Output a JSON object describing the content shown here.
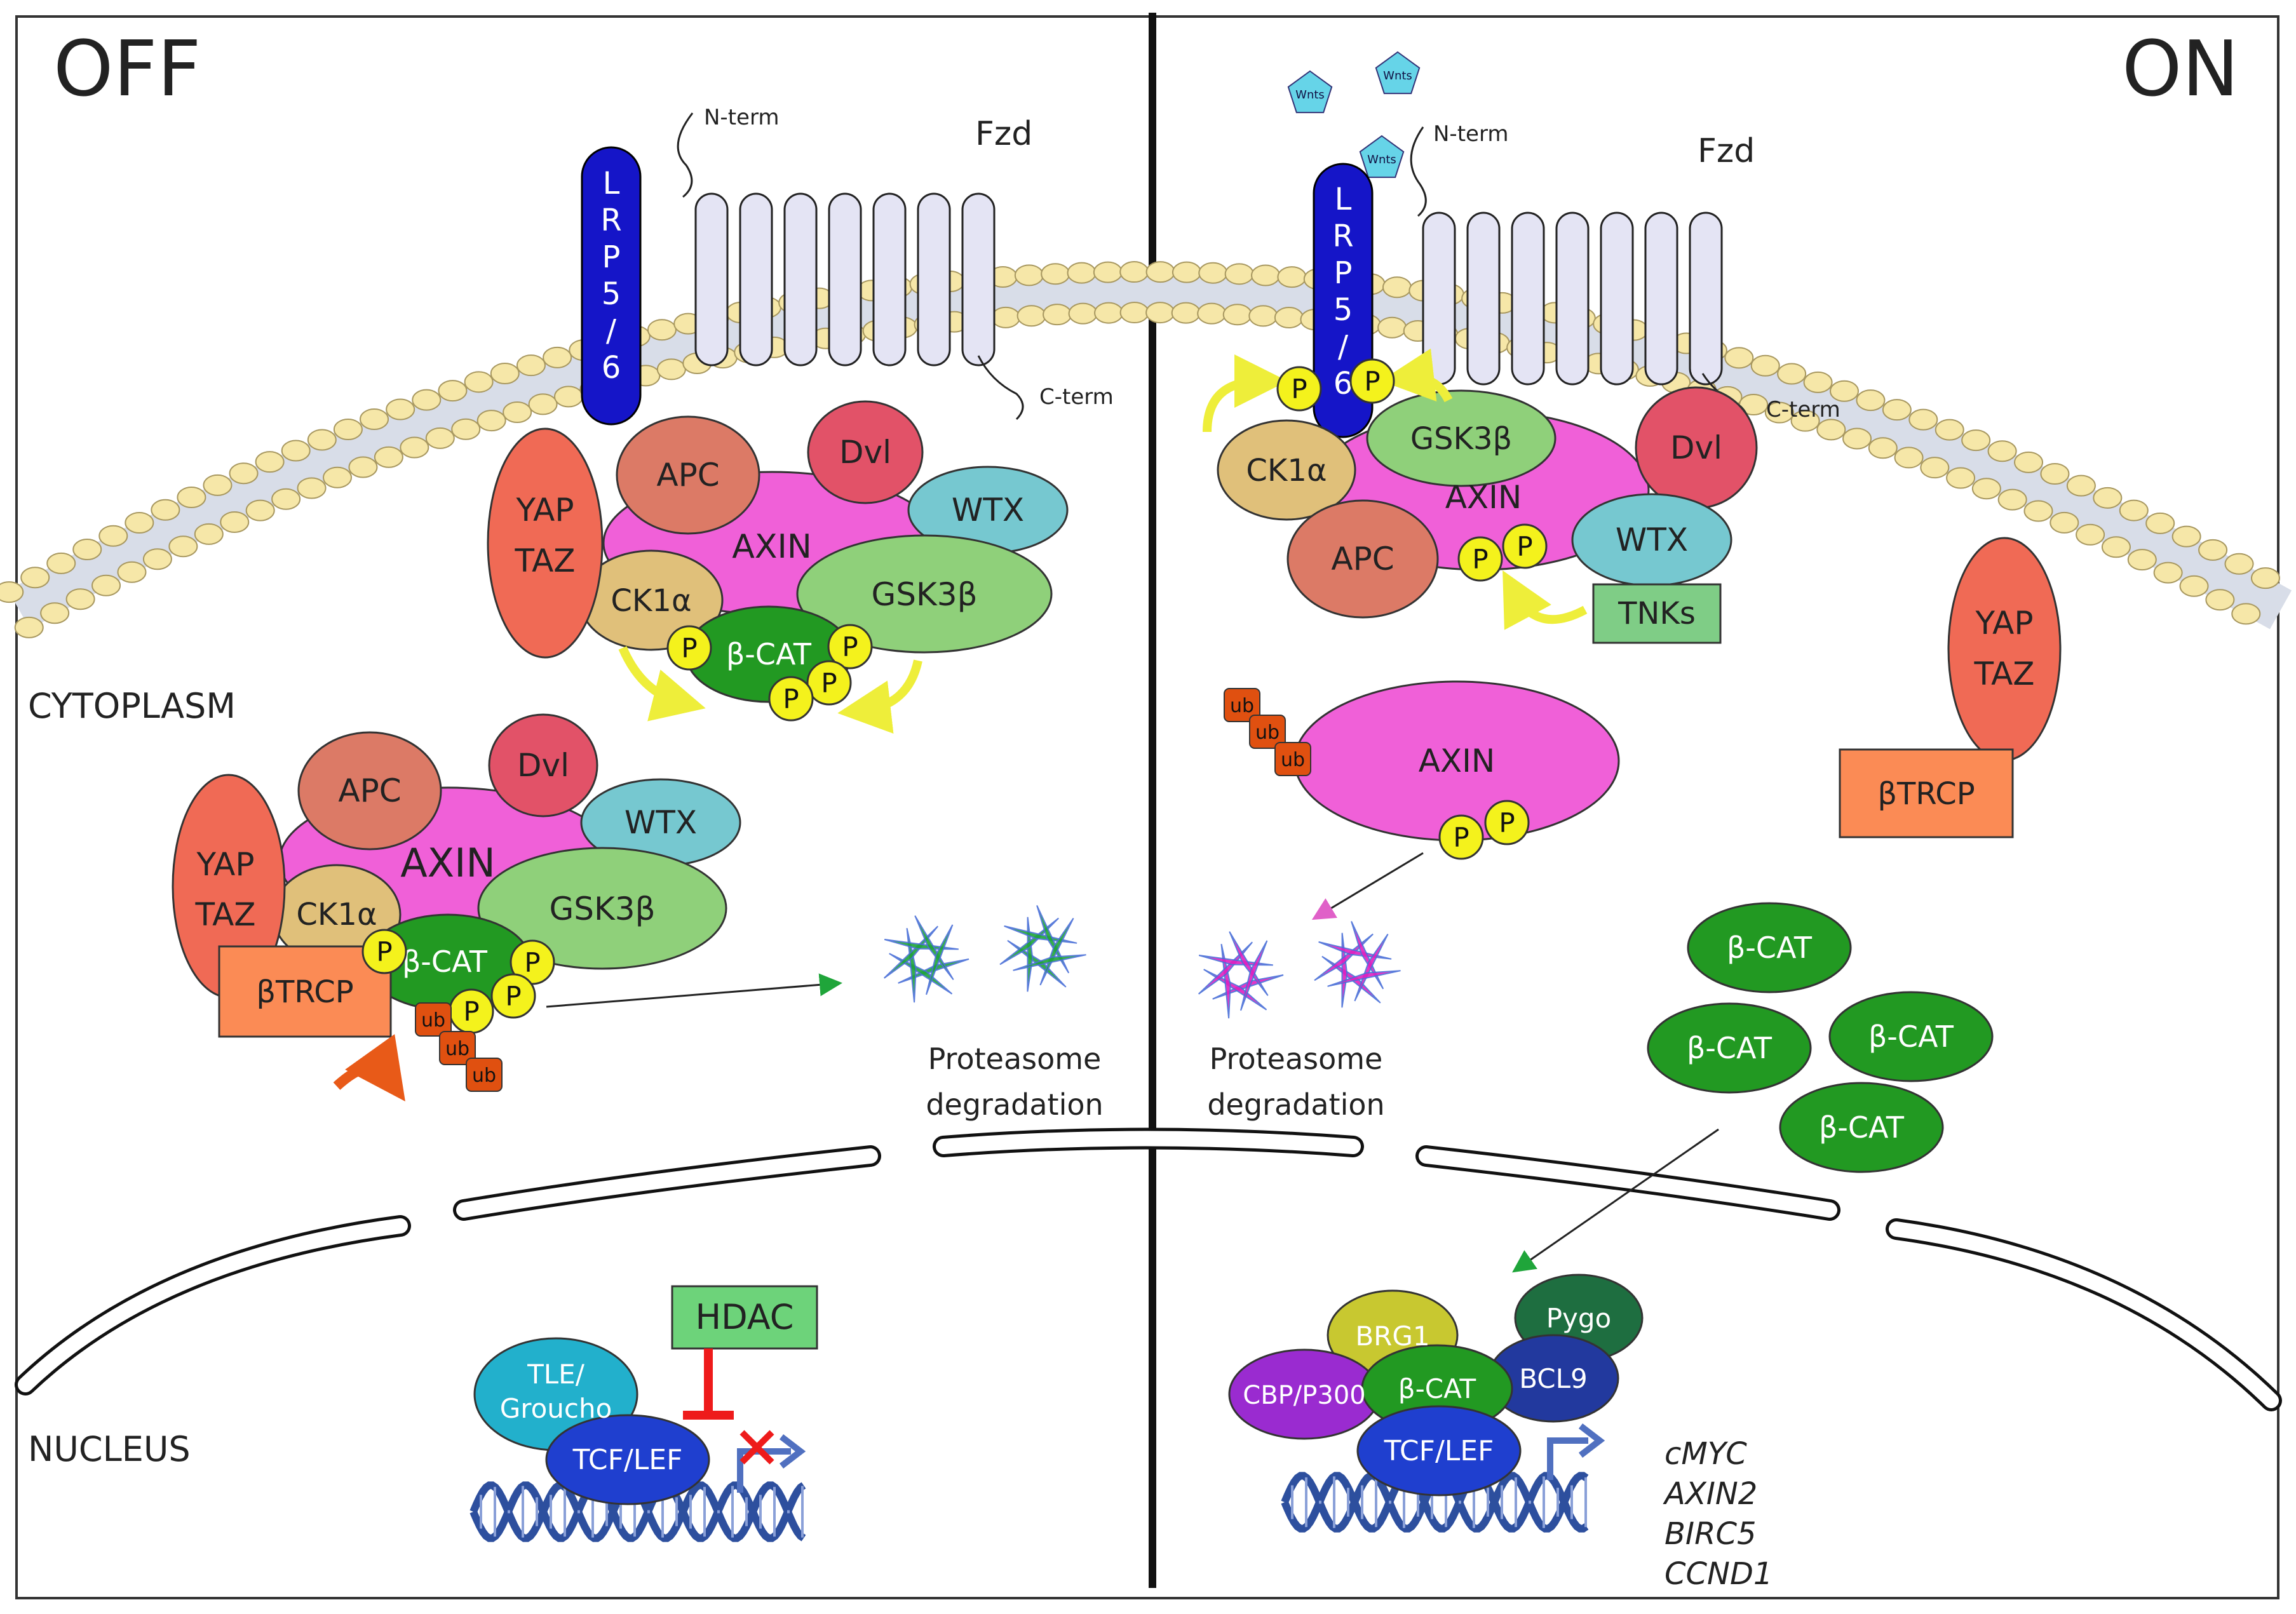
{
  "labels": {
    "off": "OFF",
    "on": "ON",
    "cytoplasm": "CYTOPLASM",
    "nucleus": "NUCLEUS",
    "n_term": "N-term",
    "c_term": "C-term",
    "fzd": "Fzd",
    "lrp": [
      "L",
      "R",
      "P",
      "5",
      "/",
      "6"
    ],
    "wnts": "Wnts",
    "proteasome": "Proteasome",
    "degradation": "degradation"
  },
  "proteins": {
    "apc": "APC",
    "dvl": "Dvl",
    "axin": "AXIN",
    "wtx": "WTX",
    "gsk3b": "GSK3β",
    "ck1a": "CK1α",
    "bcat": "β-CAT",
    "yap": "YAP",
    "taz": "TAZ",
    "btrcp": "βTRCP",
    "tnks": "TNKs",
    "hdac": "HDAC",
    "tle_1": "TLE/",
    "tle_2": "Groucho",
    "tcf": "TCF/LEF",
    "brg1": "BRG1",
    "pygo": "Pygo",
    "cbp": "CBP/P300",
    "bcl9": "BCL9",
    "p": "P",
    "ub": "ub"
  },
  "target_genes": [
    "cMYC",
    "AXIN2",
    "BIRC5",
    "CCND1"
  ],
  "colors": {
    "lrp": "#1515c8",
    "axin": "#f060d8",
    "apc": "#dc7a66",
    "dvl": "#e25268",
    "wtx": "#76c8d0",
    "gsk3b": "#8fd07a",
    "ck1a": "#e0c07a",
    "bcat": "#229922",
    "yap_taz": "#f06a55",
    "btrcp": "#fb8b55",
    "tnks": "#7fcd86",
    "hdac": "#6dd37a",
    "phosphate": "#f4f21c",
    "ubiquitin": "#e05010",
    "tle": "#22b0cc",
    "tcf": "#1f3fcf",
    "brg1": "#c8c830",
    "pygo": "#1e6e40",
    "cbp": "#9a2bd0",
    "bcl9": "#22399e",
    "membrane": "#f6e7a8",
    "receptor": "#e4e4f4",
    "arrow_yellow": "#eeee3a",
    "arrow_orange": "#e85a18",
    "inhibit": "#ee1b1b",
    "dna": "#2d4f9e",
    "proteasome_green": "#1fa53a",
    "proteasome_pink": "#e020c0"
  }
}
